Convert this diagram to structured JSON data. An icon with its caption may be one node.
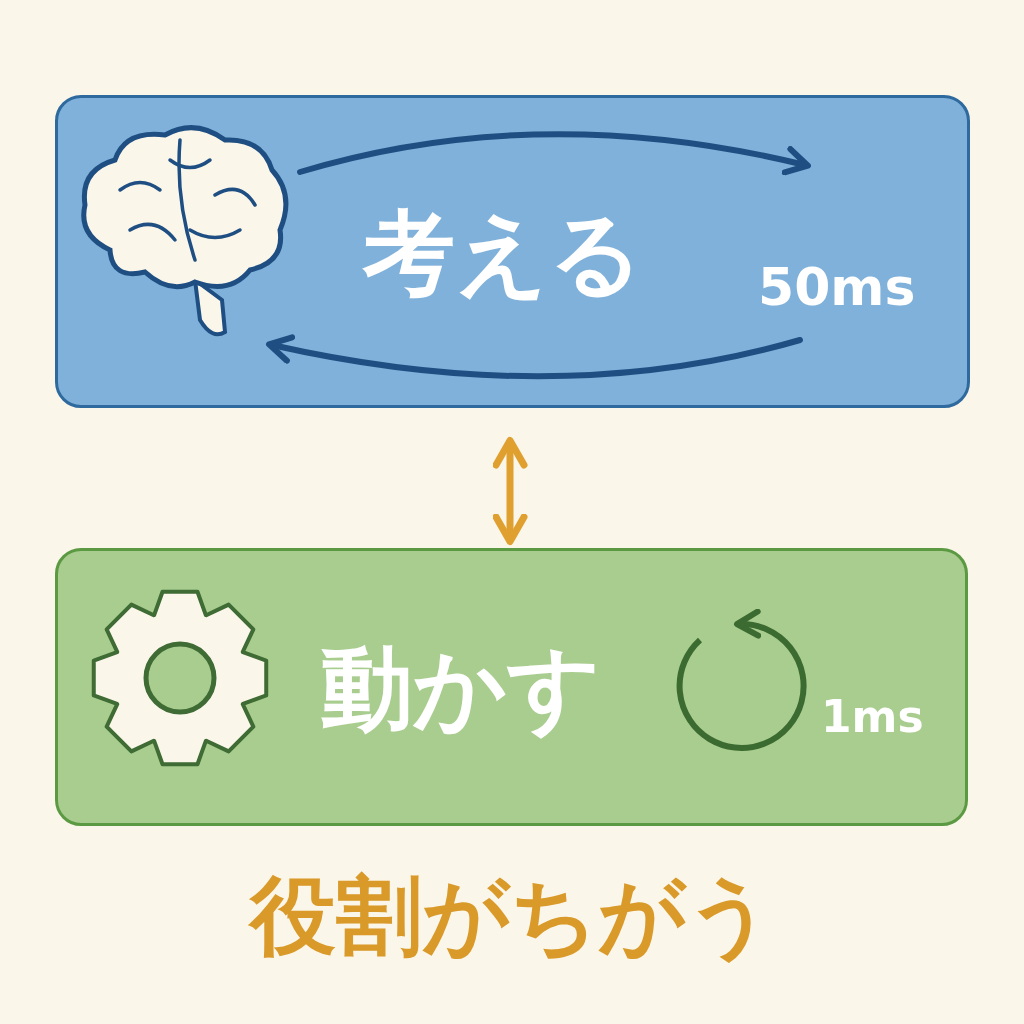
{
  "diagram": {
    "caption": "役割がちがう",
    "nodes": [
      {
        "text": [
          "考える",
          "50ms"
        ]
      },
      {
        "text": [
          "動かす",
          "1ms"
        ]
      }
    ],
    "edges": [
      {
        "from": 0,
        "to": 1,
        "arrow": "both",
        "color": "#e0a030"
      }
    ]
  }
}
